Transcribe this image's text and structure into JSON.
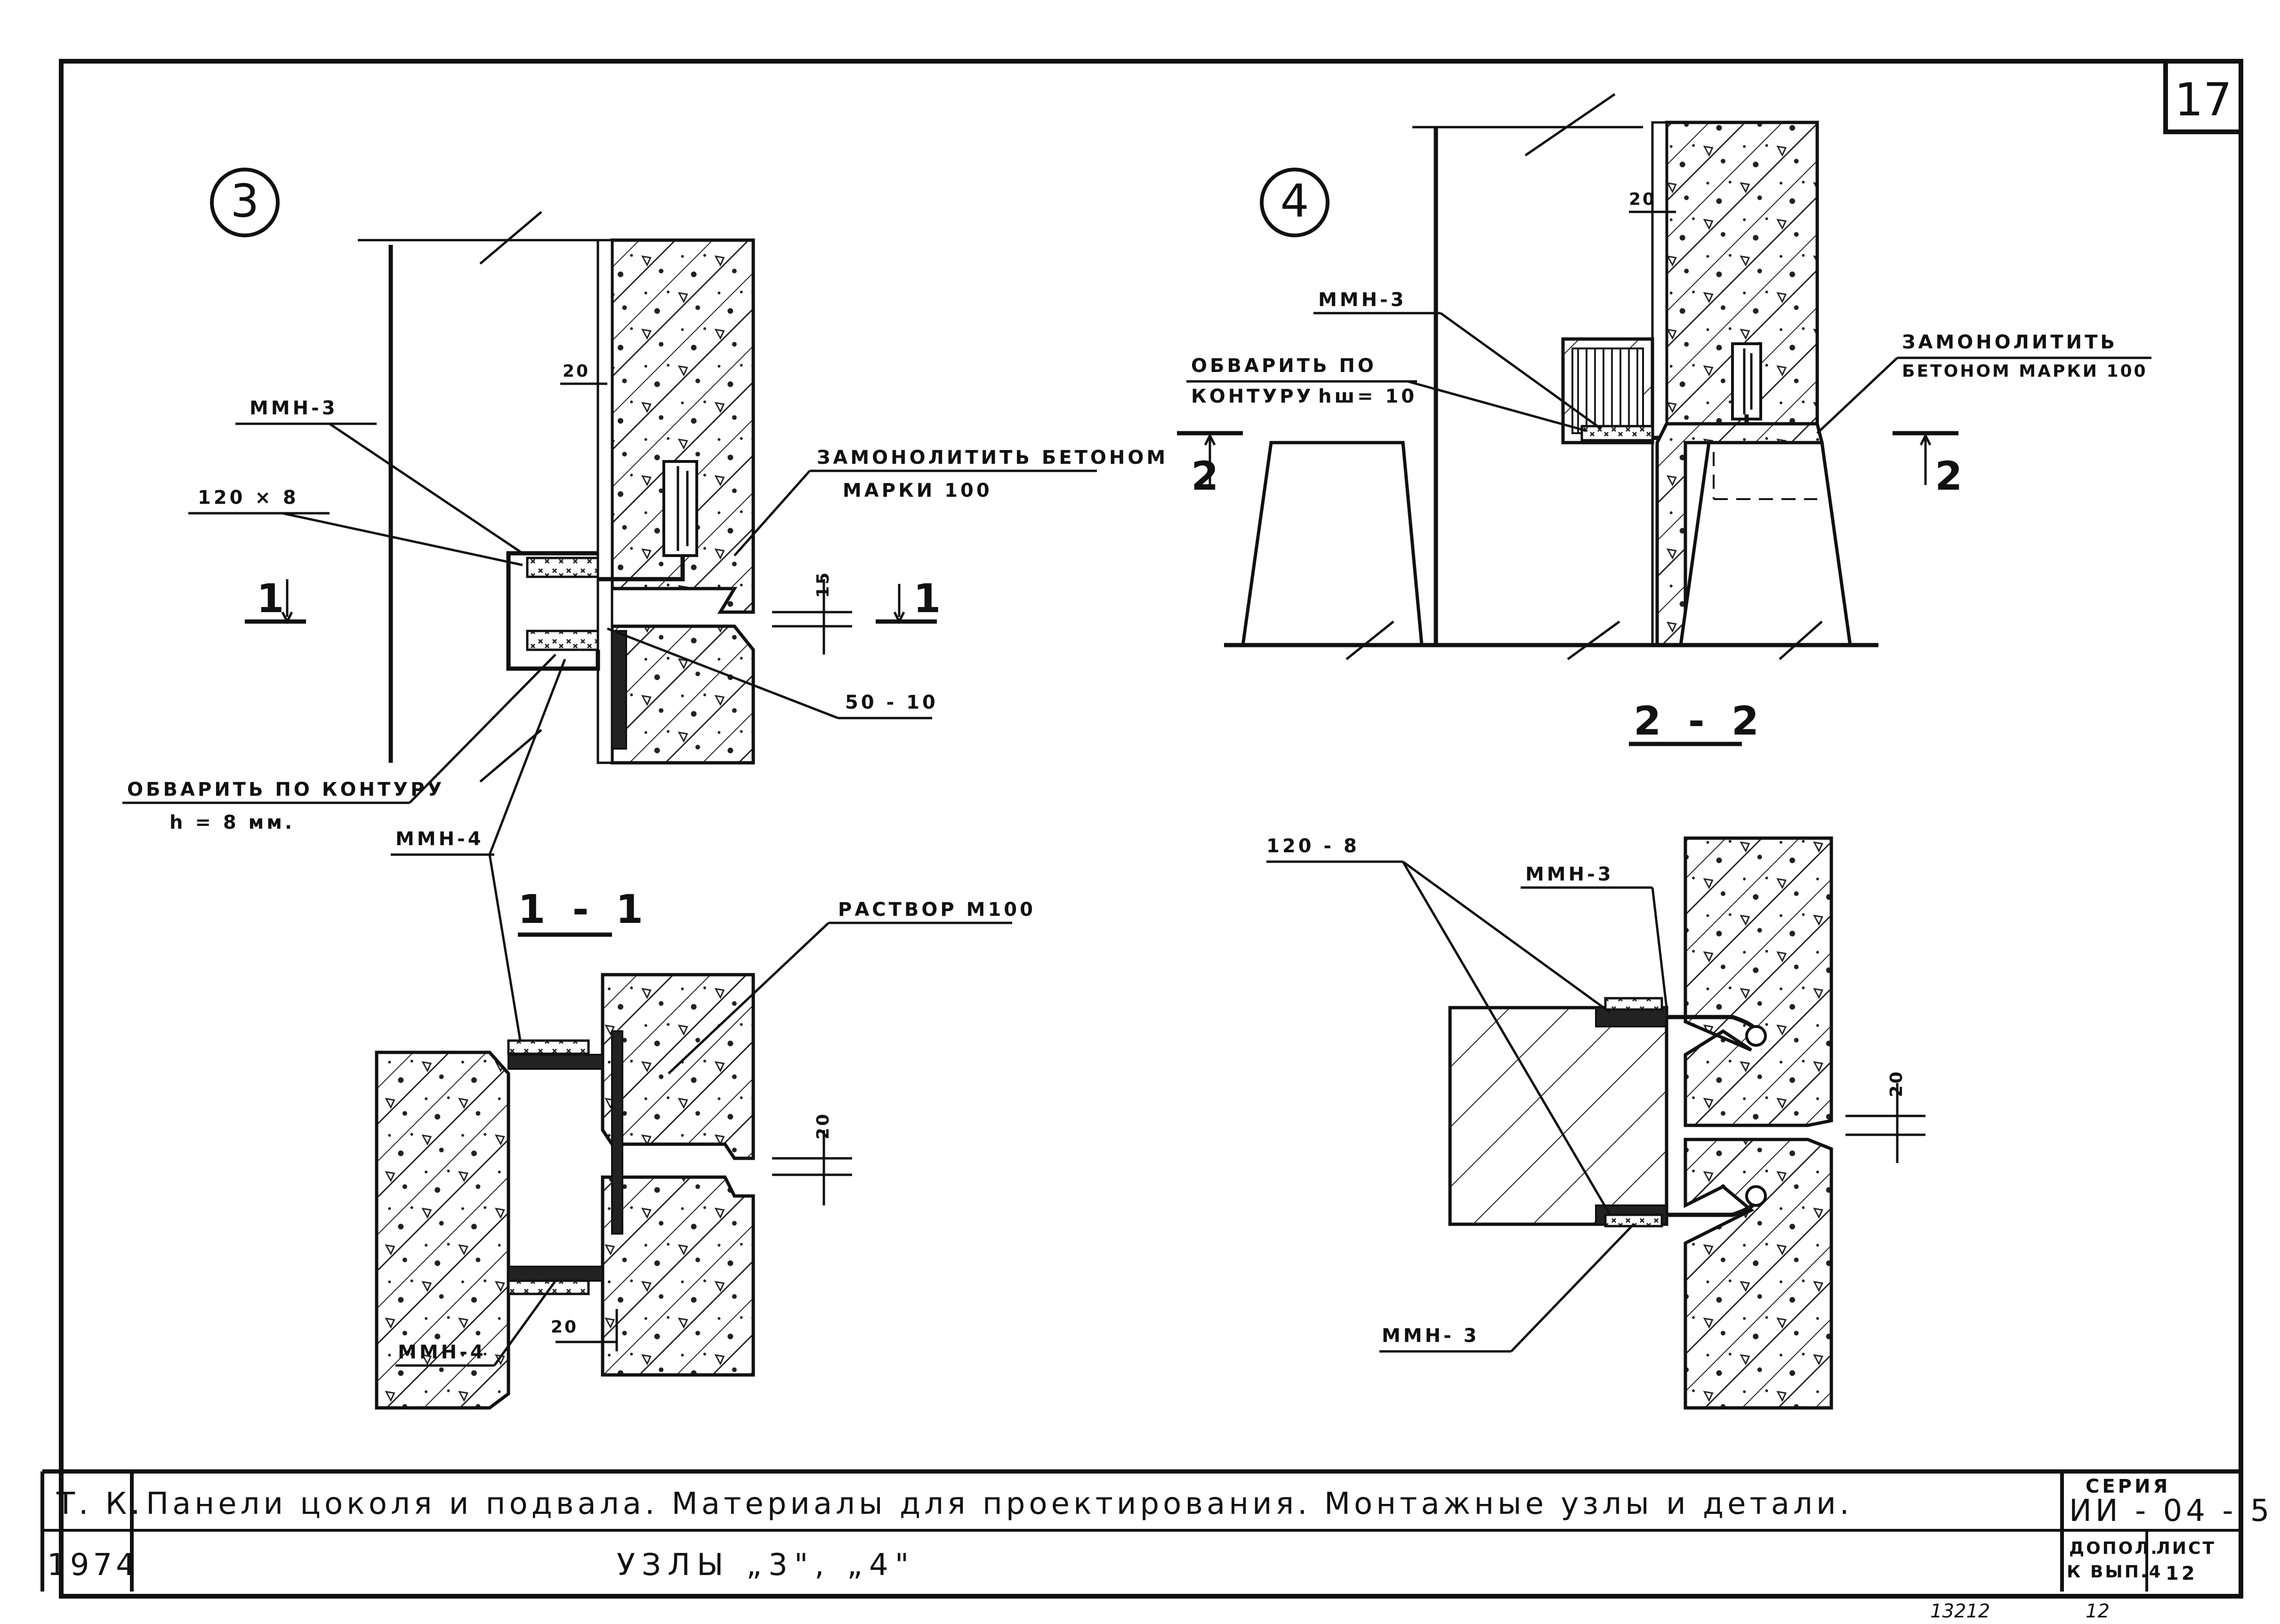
{
  "sheet": {
    "sheet_number": "17",
    "handwritten_number": "13212",
    "handwritten_page": "12"
  },
  "node3": {
    "marker": "3",
    "labels": {
      "mmn3": "ММН-3",
      "plate_120x8": "120 × 8",
      "dim_20": "20",
      "concrete": "ЗАМОНОЛИТИТЬ БЕТОНОМ",
      "concrete_grade": "МАРКИ 100",
      "dim_15": "15",
      "plate_50x10": "50 - 10",
      "weld": "ОБВАРИТЬ ПО КОНТУРУ",
      "weld_h": "h = 8 мм.",
      "mmn4": "ММН-4",
      "cut_left": "1",
      "cut_right": "1"
    }
  },
  "section11": {
    "title": "1 - 1",
    "labels": {
      "mortar": "РАСТВОР М100",
      "dim_20_a": "20",
      "dim_20_b": "20",
      "mmn4": "ММН-4"
    }
  },
  "node4": {
    "marker": "4",
    "labels": {
      "dim_20": "20",
      "mmn3": "ММН-3",
      "weld": "ОБВАРИТЬ ПО",
      "weld2": "КОНТУРУ",
      "weld_h": "hш= 10",
      "concrete": "ЗАМОНОЛИТИТЬ",
      "concrete_grade": "БЕТОНОМ МАРКИ 100",
      "cut_left": "2",
      "cut_right": "2"
    }
  },
  "section22": {
    "title": "2 - 2",
    "labels": {
      "plate_120x8": "120 - 8",
      "mmn3_top": "ММН-3",
      "dim_20": "20",
      "mmn3_bottom": "ММН- 3"
    }
  },
  "title_block": {
    "code": "Т. К.",
    "year": "1974",
    "main_title": "Панели цоколя и подвала. Материалы для проектирования. Монтажные узлы и детали.",
    "subtitle": "УЗЛЫ „3\", „4\"",
    "series_label": "СЕРИЯ",
    "series_value": "ИИ - 04 - 5",
    "supplement": "ДОПОЛ.",
    "supplement2": "К ВЫП.4",
    "sheet_label": "ЛИСТ",
    "sheet_value": "12"
  }
}
